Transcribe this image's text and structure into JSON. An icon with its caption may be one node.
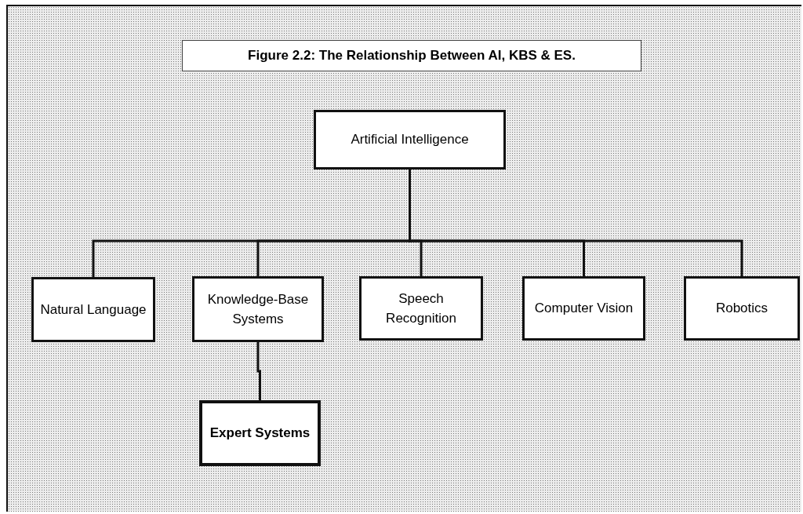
{
  "diagram": {
    "title": "Figure 2.2: The Relationship Between AI, KBS & ES.",
    "nodes": [
      {
        "text": [
          "Artificial Intelligence"
        ]
      },
      {
        "text": [
          "Natural Language"
        ]
      },
      {
        "text": [
          "Knowledge-Base Systems"
        ]
      },
      {
        "text": [
          "Speech Recognition"
        ]
      },
      {
        "text": [
          "Computer Vision"
        ]
      },
      {
        "text": [
          "Robotics"
        ]
      },
      {
        "text": [
          "Expert Systems"
        ]
      }
    ],
    "edges": [
      {
        "from": 0,
        "to": 1,
        "arrow": "none"
      },
      {
        "from": 0,
        "to": 2,
        "arrow": "none"
      },
      {
        "from": 0,
        "to": 3,
        "arrow": "none"
      },
      {
        "from": 0,
        "to": 4,
        "arrow": "none"
      },
      {
        "from": 0,
        "to": 5,
        "arrow": "none"
      },
      {
        "from": 2,
        "to": 6,
        "arrow": "none"
      }
    ]
  }
}
